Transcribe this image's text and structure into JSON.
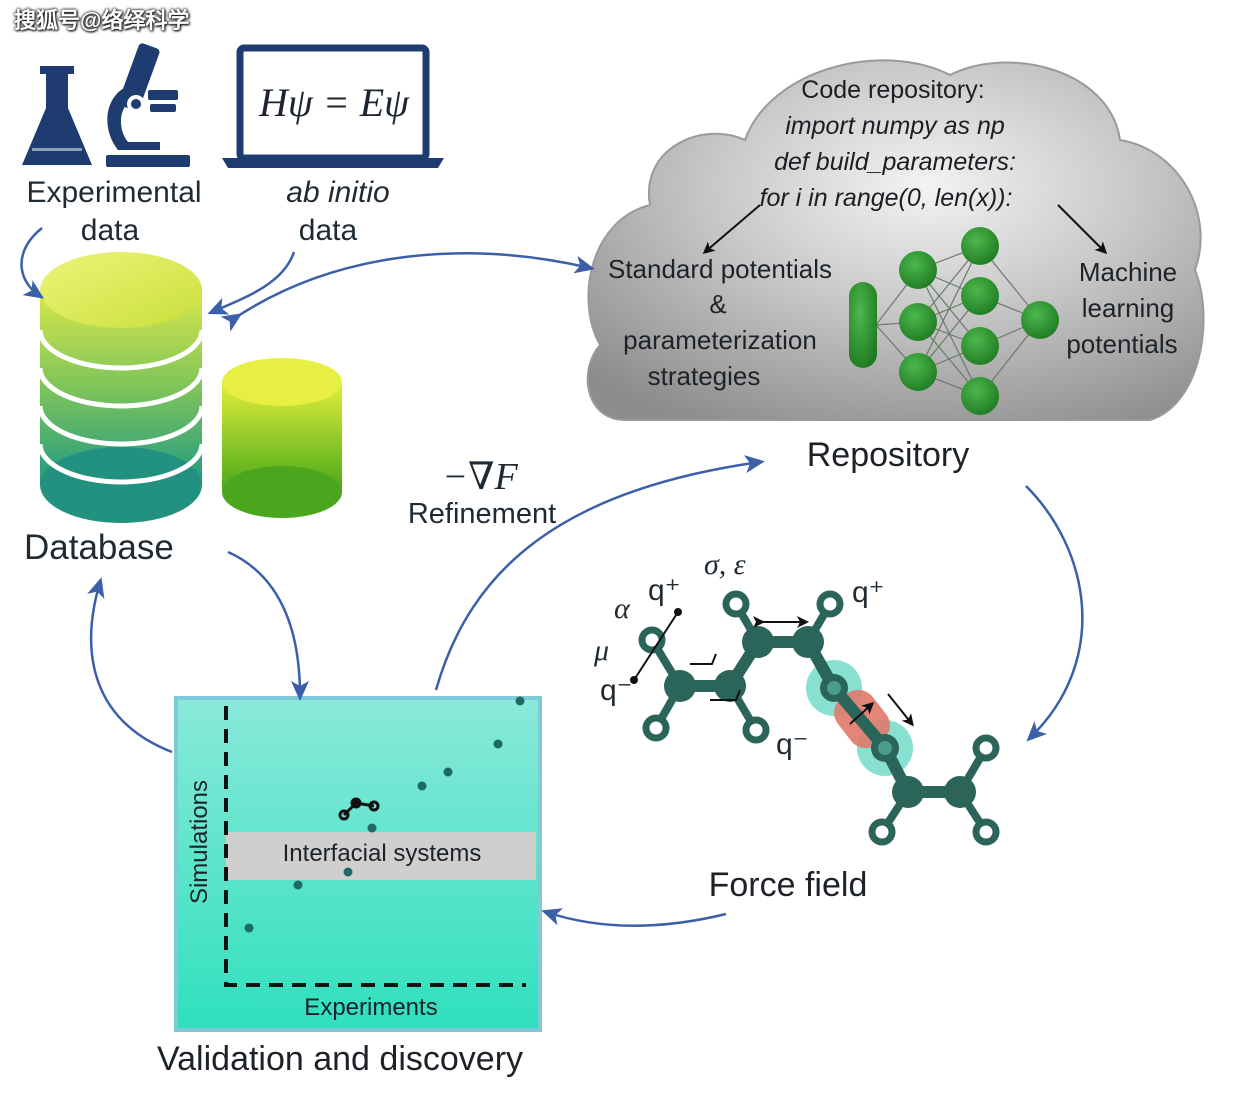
{
  "watermark": "搜狐号@络绎科学",
  "inputs": {
    "experimental_line1": "Experimental",
    "experimental_line2": "data",
    "abinitio_line1": "ab initio",
    "abinitio_line2": "data",
    "equation": "Hψ = Eψ"
  },
  "database": {
    "label": "Database"
  },
  "repository": {
    "label": "Repository",
    "code_lines": [
      "Code repository:",
      "import numpy as np",
      "def build_parameters:",
      "for i in range(0, len(x)):"
    ],
    "standard_line1": "Standard potentials",
    "standard_line2": "&",
    "standard_line3": "parameterization",
    "standard_line4": "strategies",
    "ml_line1": "Machine",
    "ml_line2": "learning",
    "ml_line3": "potentials"
  },
  "refinement": {
    "symbol": "−∇F",
    "label": "Refinement"
  },
  "force_field": {
    "label": "Force field",
    "param_sigma_eps": "σ, ε",
    "param_alpha": "α",
    "param_mu": "μ",
    "charge_q_plus_1": "q⁺",
    "charge_q_plus_2": "q⁺",
    "charge_q_minus_1": "q⁻",
    "charge_q_minus_2": "q⁻"
  },
  "validation": {
    "label": "Validation and discovery",
    "x_axis": "Experiments",
    "y_axis": "Simulations",
    "band_label": "Interfacial systems"
  },
  "colors": {
    "arrow": "#3b5fa8",
    "icon_navy": "#1f3c70",
    "node_green": "#2f8f2f",
    "molecule": "#2b6559",
    "chart_top": "#7ae8d7",
    "chart_bottom": "#2fe0bd"
  }
}
